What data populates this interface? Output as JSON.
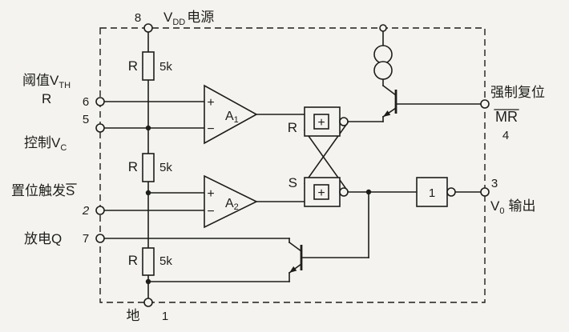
{
  "colors": {
    "background": "#f4f3ef",
    "ink": "#1d1d1b"
  },
  "pins": {
    "pin8": {
      "number": "8",
      "label_main": "V",
      "label_sub": "DD",
      "label_suffix": "电源"
    },
    "pin6": {
      "number": "6",
      "label_line1_main": "阈值V",
      "label_line1_sub": "TH",
      "label_line2": "R"
    },
    "pin5": {
      "number": "5",
      "label_main": "控制V",
      "label_sub": "C"
    },
    "pin2": {
      "number": "2",
      "label_prefix": "置位触发",
      "label_overlined": "S"
    },
    "pin7": {
      "number": "7",
      "label": "放电Q"
    },
    "pin1": {
      "number": "1",
      "label": "地"
    },
    "pin4": {
      "number": "4",
      "label": "强制复位",
      "label_overlined": "MR"
    },
    "pin3": {
      "number": "3",
      "label_main": "V",
      "label_sub": "0",
      "label_suffix": "输出"
    }
  },
  "components": {
    "resistor1": {
      "name": "R",
      "value": "5k"
    },
    "resistor2": {
      "name": "R",
      "value": "5k"
    },
    "resistor3": {
      "name": "R",
      "value": "5k"
    },
    "comparator1": {
      "name": "A",
      "sub": "1",
      "plus": "+",
      "minus": "−"
    },
    "comparator2": {
      "name": "A",
      "sub": "2",
      "plus": "+",
      "minus": "−"
    },
    "latch": {
      "r_input": "R",
      "s_input": "S",
      "gate_symbol": "+"
    },
    "output_gate": {
      "symbol": "1"
    }
  }
}
